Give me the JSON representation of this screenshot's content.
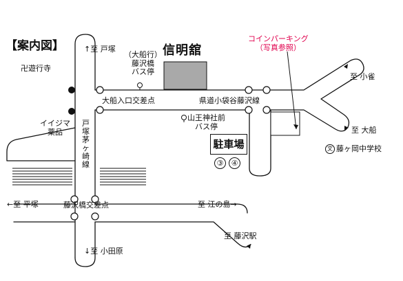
{
  "title": "【案内図】",
  "building": "信明舘",
  "landmarks": {
    "manyugyoji": "卍遊行寺",
    "iijima": "イイジマ\n薬品",
    "bus_ofuna": "（大船行）\n藤沢橋\nバス停",
    "bus_sanno": "山王神社前\nバス停",
    "school": "藤ヶ岡中学校",
    "school_icon": "文"
  },
  "coin_parking": "コインパーキング\n（写真参照）",
  "parking_lot": {
    "label": "駐車場",
    "spaces": [
      "③",
      "④"
    ]
  },
  "intersections": {
    "ofuna_iriguchi": "大船入口交差点",
    "fujisawabashi": "藤沢橋交差点"
  },
  "roads": {
    "koga_fujisawa": "県道小袋谷藤沢線",
    "totsuka_mochigasaki": "戸塚茅ヶ崎線"
  },
  "directions": {
    "totsuka": "↑至 戸塚",
    "hiratsuka": "←至 平塚",
    "odawara": "↓至 小田原",
    "enoshima": "至 江の島→",
    "fujisawa_station": "至 藤沢駅",
    "kosuzume": "至 小雀",
    "ofuna": "至 大船"
  },
  "colors": {
    "road": "#111111",
    "building_fill": "#a9a9a9",
    "coin_parking_text": "#e0004d"
  }
}
